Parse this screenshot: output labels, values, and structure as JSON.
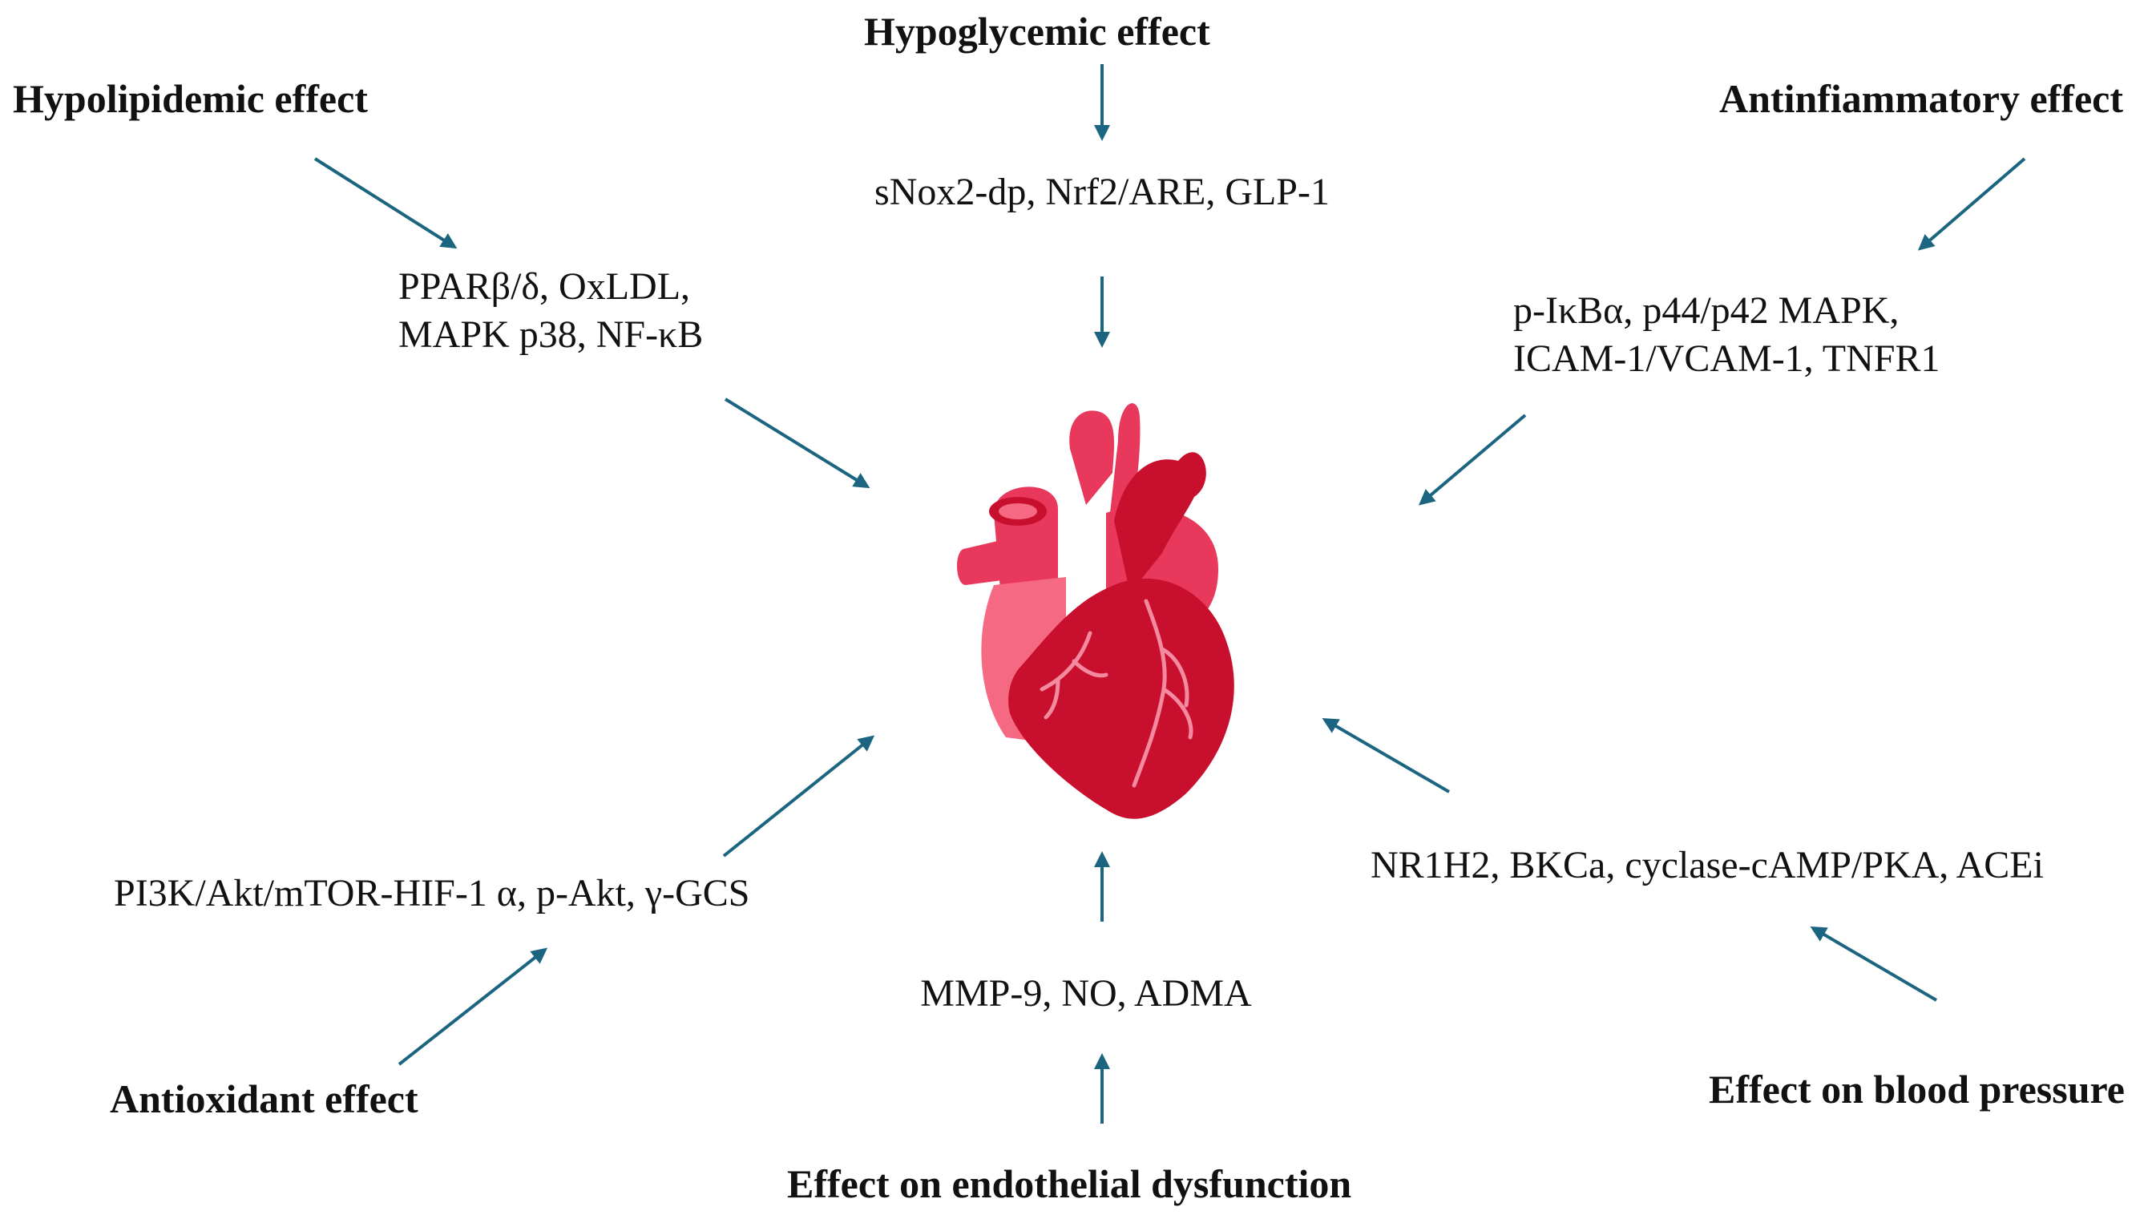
{
  "colors": {
    "arrow": "#1b6580",
    "heart_dark": "#c8102e",
    "heart_mid": "#e8395c",
    "heart_light": "#f56a82",
    "vessel_line": "#f48aa0"
  },
  "icons": {
    "center": "heart-icon"
  },
  "effects": {
    "hypoglycemic": {
      "title": "Hypoglycemic effect",
      "mechanisms": [
        "sNox2-dp, Nrf2/ARE, GLP-1"
      ]
    },
    "hypolipidemic": {
      "title": "Hypolipidemic effect",
      "mechanisms": [
        "PPARβ/δ, OxLDL,",
        "MAPK p38, NF-κB"
      ]
    },
    "antiinflammatory": {
      "title": "Antinfiammatory effect",
      "mechanisms": [
        "p-IκBα, p44/p42 MAPK,",
        "ICAM-1/VCAM-1, TNFR1"
      ]
    },
    "antioxidant": {
      "title": "Antioxidant effect",
      "mechanisms": [
        "PI3K/Akt/mTOR-HIF-1 α, p-Akt, γ-GCS"
      ]
    },
    "blood_pressure": {
      "title": "Effect on blood pressure",
      "mechanisms": [
        "NR1H2, BKCa, cyclase-cAMP/PKA, ACEi"
      ]
    },
    "endothelial": {
      "title": "Effect on endothelial dysfunction",
      "mechanisms": [
        "MMP-9, NO, ADMA"
      ]
    }
  }
}
